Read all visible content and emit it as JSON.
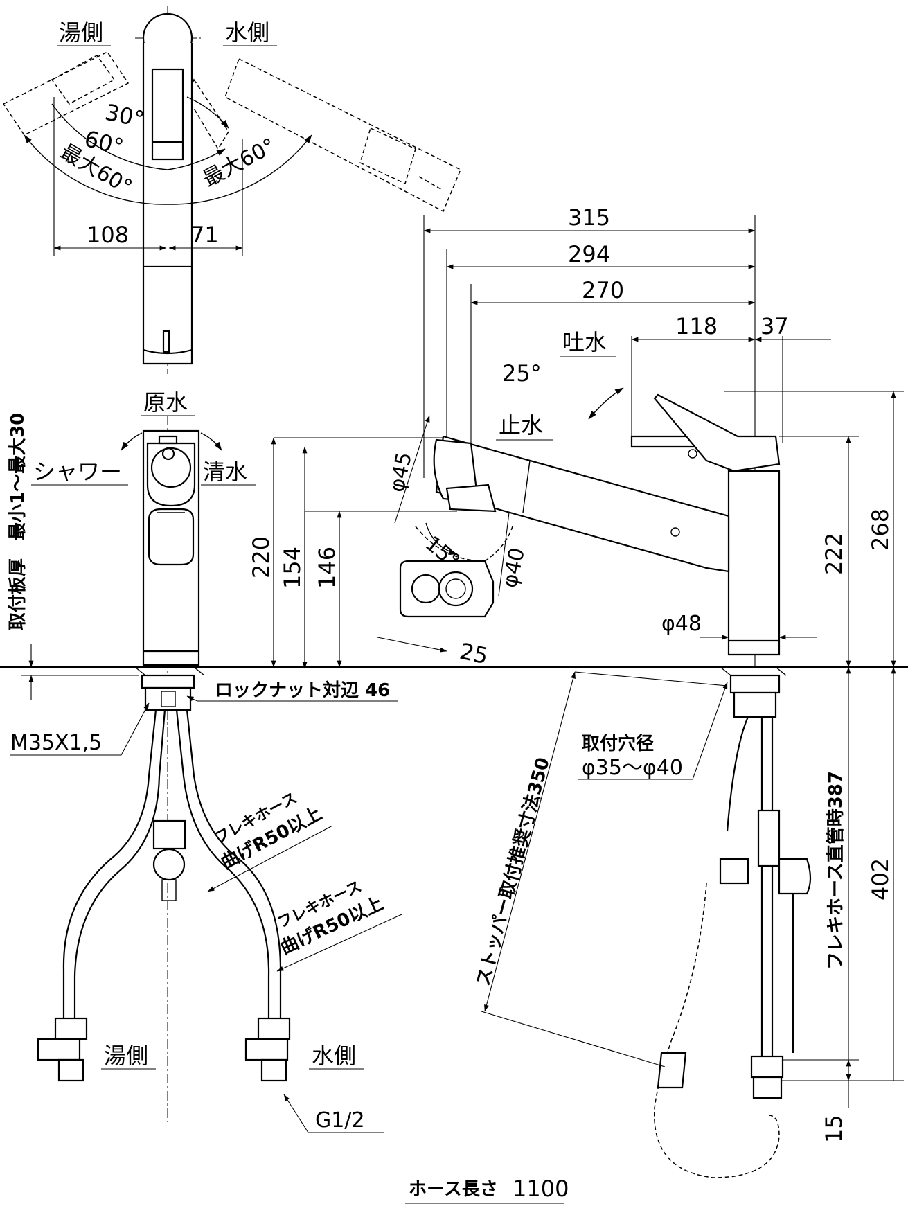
{
  "top_view": {
    "label_hot": "湯側",
    "label_cold": "水側",
    "angle_30": "30°",
    "angle_60": "60°",
    "max_hot": "最大60°",
    "max_cold": "最大60°",
    "dim_108": "108",
    "dim_71": "71"
  },
  "front_view": {
    "label_raw": "原水",
    "label_shower": "シャワー",
    "label_filtered": "清水",
    "plate_thickness": "取付板厚　最小1～最大30",
    "locknut": "ロックナット対辺 46",
    "thread": "M35X1,5",
    "flex_hose_1": "フレキホース",
    "bend_1": "曲げR50以上",
    "flex_hose_2": "フレキホース",
    "bend_2": "曲げR50以上",
    "label_hot": "湯側",
    "label_cold": "水側",
    "connection": "G1/2"
  },
  "side_view": {
    "dim_315": "315",
    "dim_294": "294",
    "dim_270": "270",
    "dim_118": "118",
    "dim_37": "37",
    "label_outlet": "吐水",
    "angle_25": "25°",
    "label_stop": "止水",
    "dia_45": "φ45",
    "angle_15": "15°",
    "dia_40": "φ40",
    "dim_220": "220",
    "dim_154": "154",
    "dim_146": "146",
    "dim_25": "25",
    "dia_48": "φ48",
    "dim_222": "222",
    "dim_268": "268",
    "hole_title": "取付穴径",
    "hole_value": "φ35～φ40",
    "stopper": "ストッパー取付推奨寸法350",
    "flex_straight": "フレキホース直管時387",
    "dim_402": "402",
    "dim_15": "15",
    "hose_length_label": "ホース長さ",
    "hose_length_value": "1100"
  }
}
